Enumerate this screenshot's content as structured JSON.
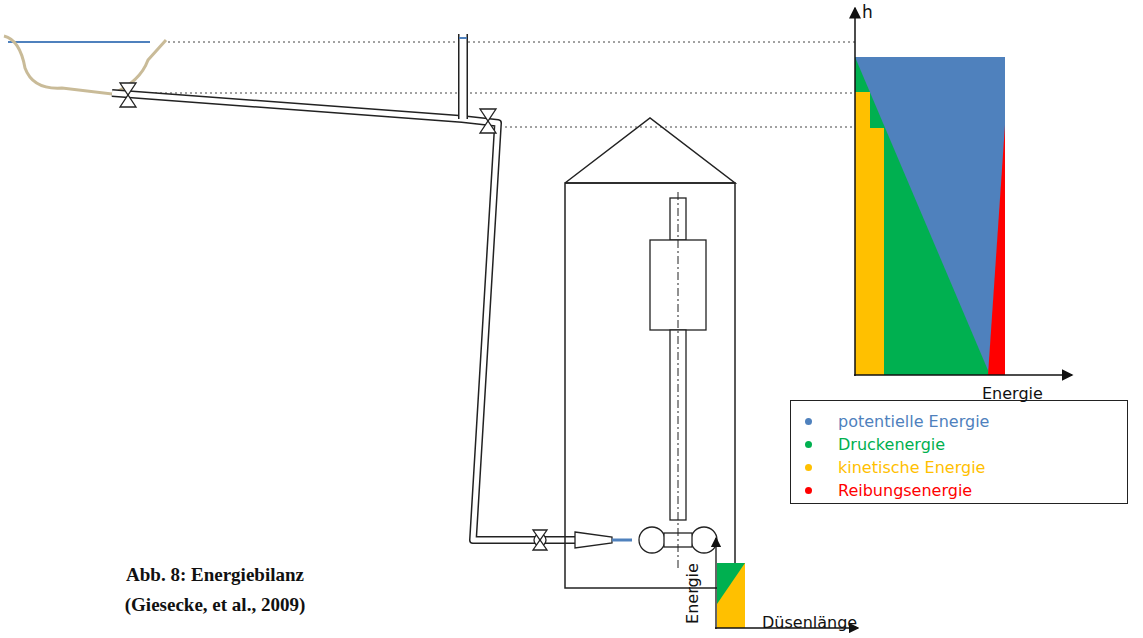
{
  "diagram": {
    "caption": "Abb. 8: Energiebilanz (Giesecke, et al., 2009)",
    "labels": [
      "h",
      "Energie",
      "Energie",
      "Düsenlänge"
    ],
    "legend": [
      {
        "text": "potentielle Energie",
        "color": "#4f81bd"
      },
      {
        "text": "Druckenergie",
        "color": "#00b050"
      },
      {
        "text": "kinetische Energie",
        "color": "#ffc000"
      },
      {
        "text": "Reibungsenergie",
        "color": "#ff0000"
      }
    ]
  }
}
